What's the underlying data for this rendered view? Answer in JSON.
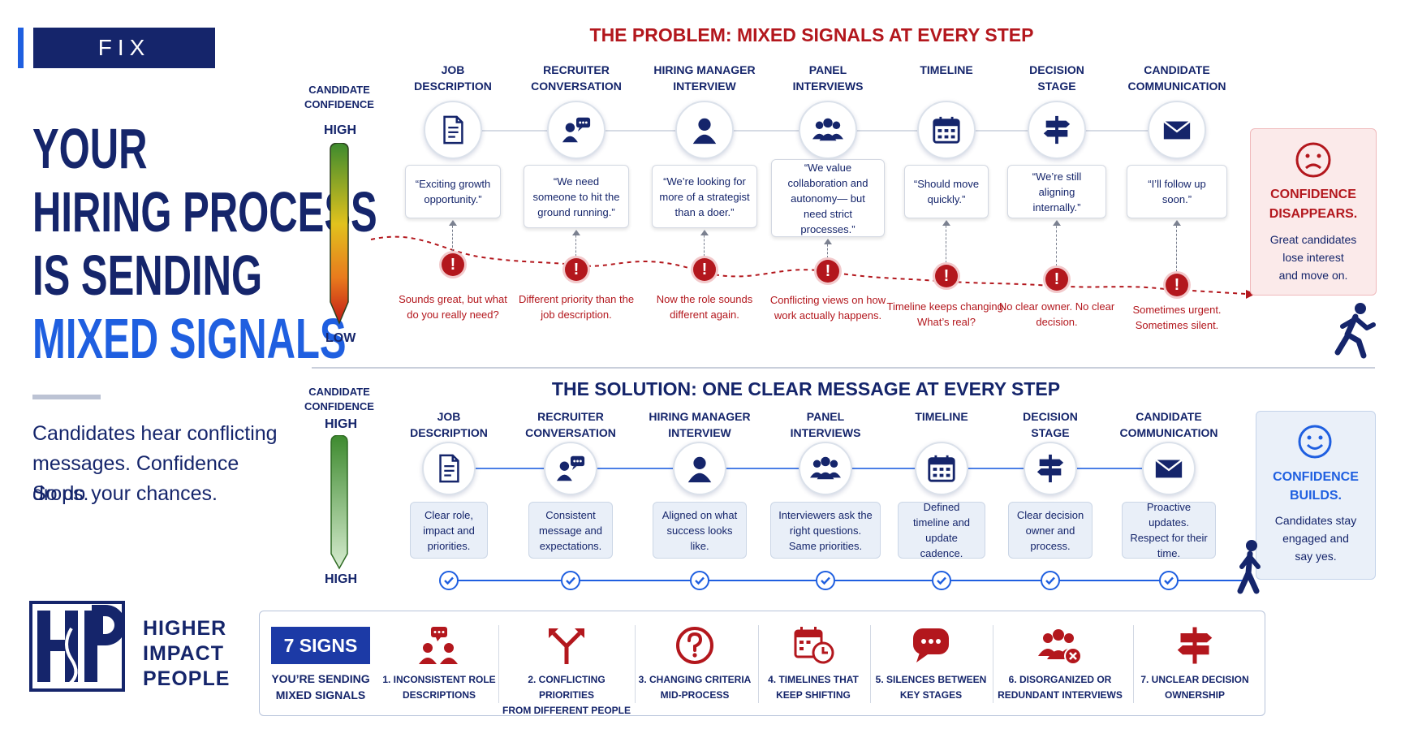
{
  "badge": "FIX",
  "headline": {
    "line1": "YOUR",
    "line2": "HIRING PROCESS",
    "line3": "IS SENDING",
    "line4": "MIXED SIGNALS"
  },
  "subtext": [
    "Candidates hear conflicting",
    "messages. Confidence drops.",
    "So do your chances."
  ],
  "logo": {
    "monogram": "HiP",
    "words": [
      "HIGHER",
      "IMPACT",
      "PEOPLE"
    ]
  },
  "problem": {
    "title": "THE PROBLEM: MIXED SIGNALS AT EVERY STEP",
    "axis": {
      "label1": "CANDIDATE",
      "label2": "CONFIDENCE",
      "top": "HIGH",
      "bottom": "LOW"
    },
    "steps": [
      {
        "l1": "JOB",
        "l2": "DESCRIPTION",
        "icon": "document-icon",
        "quote": "“Exciting growth opportunity.”",
        "issue": "Sounds great, but what do you really need?"
      },
      {
        "l1": "RECRUITER",
        "l2": "CONVERSATION",
        "icon": "chat-person-icon",
        "quote": "“We need someone to hit the ground running.”",
        "issue": "Different priority than the job description."
      },
      {
        "l1": "HIRING MANAGER",
        "l2": "INTERVIEW",
        "icon": "person-icon",
        "quote": "“We’re looking for more of a strategist than a doer.”",
        "issue": "Now the role sounds different again."
      },
      {
        "l1": "PANEL",
        "l2": "INTERVIEWS",
        "icon": "group-icon",
        "quote": "“We value collaboration and autonomy— but need strict processes.”",
        "issue": "Conflicting views on how work actually happens."
      },
      {
        "l1": "TIMELINE",
        "l2": "",
        "icon": "calendar-icon",
        "quote": "“Should move quickly.”",
        "issue": "Timeline keeps changing. What’s real?"
      },
      {
        "l1": "DECISION",
        "l2": "STAGE",
        "icon": "signpost-icon",
        "quote": "“We’re still aligning internally.”",
        "issue": "No clear owner. No clear decision."
      },
      {
        "l1": "CANDIDATE",
        "l2": "COMMUNICATION",
        "icon": "envelope-icon",
        "quote": "“I’ll follow up soon.”",
        "issue": "Sometimes urgent. Sometimes silent."
      }
    ],
    "outcome": {
      "head1": "CONFIDENCE",
      "head2": "DISAPPEARS.",
      "body": [
        "Great candidates",
        "lose interest",
        "and move on."
      ]
    }
  },
  "solution": {
    "title": "THE SOLUTION: ONE CLEAR MESSAGE AT EVERY STEP",
    "axis": {
      "label1": "CANDIDATE",
      "label2": "CONFIDENCE",
      "top": "HIGH",
      "bottom": "HIGH"
    },
    "steps": [
      {
        "l1": "JOB",
        "l2": "DESCRIPTION",
        "icon": "document-icon",
        "text": "Clear role, impact and priorities."
      },
      {
        "l1": "RECRUITER",
        "l2": "CONVERSATION",
        "icon": "chat-person-icon",
        "text": "Consistent message and expectations."
      },
      {
        "l1": "HIRING MANAGER",
        "l2": "INTERVIEW",
        "icon": "person-icon",
        "text": "Aligned on what success looks like."
      },
      {
        "l1": "PANEL",
        "l2": "INTERVIEWS",
        "icon": "group-icon",
        "text": "Interviewers ask the right questions. Same priorities."
      },
      {
        "l1": "TIMELINE",
        "l2": "",
        "icon": "calendar-icon",
        "text": "Defined timeline and update cadence."
      },
      {
        "l1": "DECISION",
        "l2": "STAGE",
        "icon": "signpost-icon",
        "text": "Clear decision owner and process."
      },
      {
        "l1": "CANDIDATE",
        "l2": "COMMUNICATION",
        "icon": "envelope-icon",
        "text": "Proactive updates. Respect for their time."
      }
    ],
    "outcome": {
      "head1": "CONFIDENCE",
      "head2": "BUILDS.",
      "body": [
        "Candidates stay",
        "engaged and",
        "say yes."
      ]
    }
  },
  "signs": {
    "badge": "7 SIGNS",
    "sub1": "YOU’RE SENDING",
    "sub2": "MIXED SIGNALS",
    "items": [
      {
        "l1": "1. INCONSISTENT ROLE",
        "l2": "DESCRIPTIONS",
        "icon": "people-chat-icon"
      },
      {
        "l1": "2. CONFLICTING PRIORITIES",
        "l2": "FROM DIFFERENT PEOPLE",
        "icon": "split-arrow-icon"
      },
      {
        "l1": "3. CHANGING CRITERIA",
        "l2": "MID-PROCESS",
        "icon": "question-icon"
      },
      {
        "l1": "4. TIMELINES THAT",
        "l2": "KEEP SHIFTING",
        "icon": "calendar-clock-icon"
      },
      {
        "l1": "5. SILENCES BETWEEN",
        "l2": "KEY STAGES",
        "icon": "speech-bubble-icon"
      },
      {
        "l1": "6. DISORGANIZED OR",
        "l2": "REDUNDANT INTERVIEWS",
        "icon": "group-x-icon"
      },
      {
        "l1": "7. UNCLEAR DECISION",
        "l2": "OWNERSHIP",
        "icon": "signpost-icon"
      }
    ]
  },
  "colors": {
    "navy": "#15256b",
    "red": "#b3171d",
    "blue": "#1f5fe0"
  }
}
